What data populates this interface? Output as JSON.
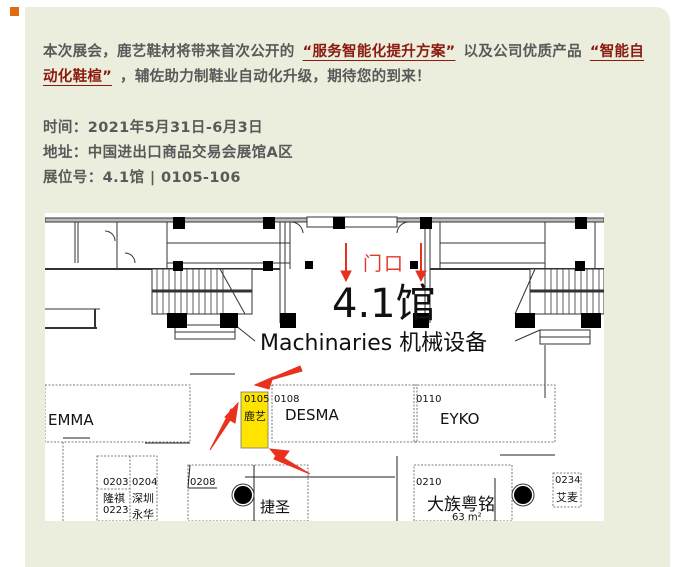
{
  "intro": {
    "part1": "本次展会，鹿艺鞋材将带来首次公开的",
    "highlight1": "“服务智能化提升方案”",
    "part2": "以及公司优质产品",
    "highlight2": "“智能自动化鞋楦”",
    "part3": "，辅佐助力制鞋业自动化升级，期待您的到来！"
  },
  "info": {
    "time": "时间：2021年5月31日-6月3日",
    "address": "地址：中国进出口商品交易会展馆A区",
    "booth": "展位号：4.1馆 | 0105-106"
  },
  "floor_plan": {
    "entrance_label": "门口",
    "hall_label": "4.1馆",
    "hall_subtitle": "Machinaries  机械设备",
    "booths": [
      {
        "number": "0105",
        "name": "鹿艺",
        "highlighted": true
      },
      {
        "number": "0108",
        "name": "DESMA"
      },
      {
        "number": "0110",
        "name": "EYKO"
      },
      {
        "number": "",
        "name": "EMMA"
      },
      {
        "number": "0203",
        "name": "隆祺"
      },
      {
        "number": "0204",
        "name": "深圳"
      },
      {
        "number": "0223",
        "name": "永华"
      },
      {
        "number": "0208",
        "name": "捷圣"
      },
      {
        "number": "0210",
        "name": "大族粤铭",
        "area": "63 m²"
      },
      {
        "number": "0234",
        "name": "艾麦"
      }
    ],
    "colors": {
      "highlight": "#ffe400",
      "arrow": "#e8321e"
    }
  }
}
